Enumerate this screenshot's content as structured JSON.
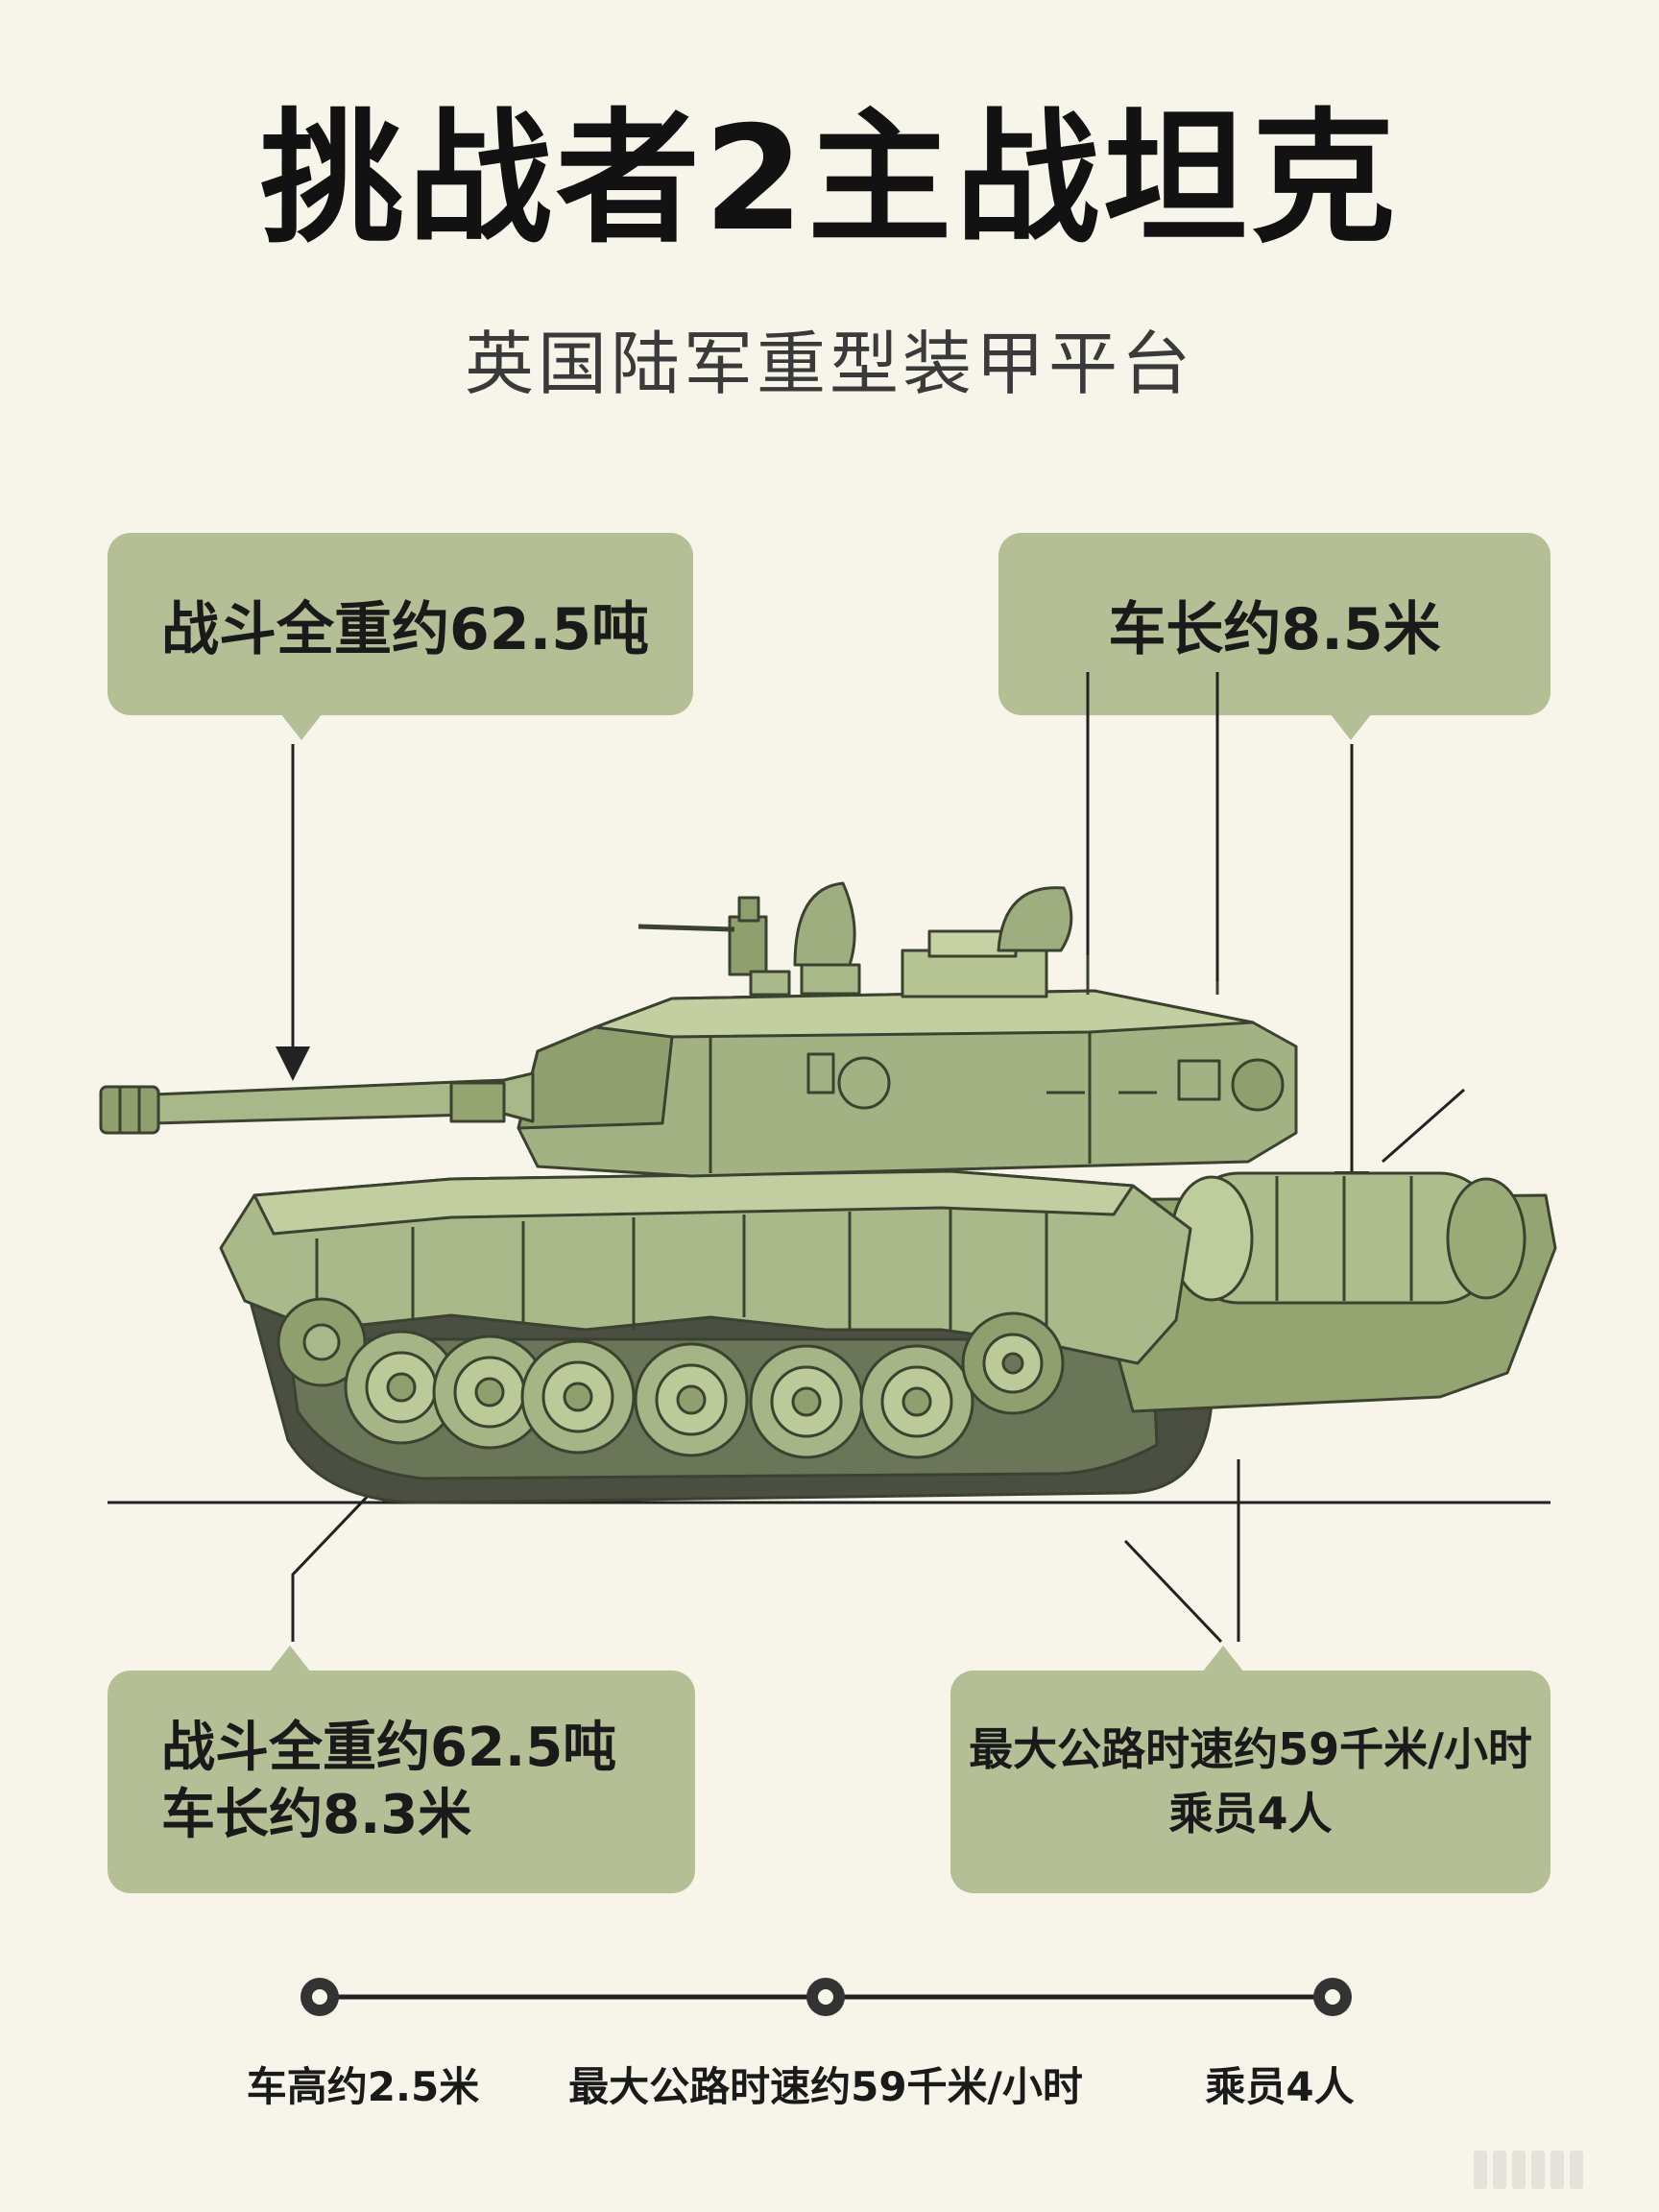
{
  "header": {
    "title": "挑战者2主战坦克",
    "subtitle": "英国陆军重型装甲平台"
  },
  "callouts": {
    "top_left": {
      "text": "战斗全重约62.5吨"
    },
    "top_right": {
      "text": "车长约8.5米"
    },
    "bottom_left": {
      "line1": "战斗全重约62.5吨",
      "line2": "车长约8.3米"
    },
    "bottom_right": {
      "line1": "最大公路时速约59千米/小时",
      "line2": "乘员4人"
    }
  },
  "timeline": {
    "labels": [
      "车高约2.5米",
      "最大公路时速约59千米/小时",
      "乘员4人"
    ]
  },
  "colors": {
    "background": "#f7f5ea",
    "callout_fill": "#b5bf96",
    "tank_body": "#aab98a",
    "tank_shadow": "#8f9f6e",
    "outline": "#3b4230"
  }
}
